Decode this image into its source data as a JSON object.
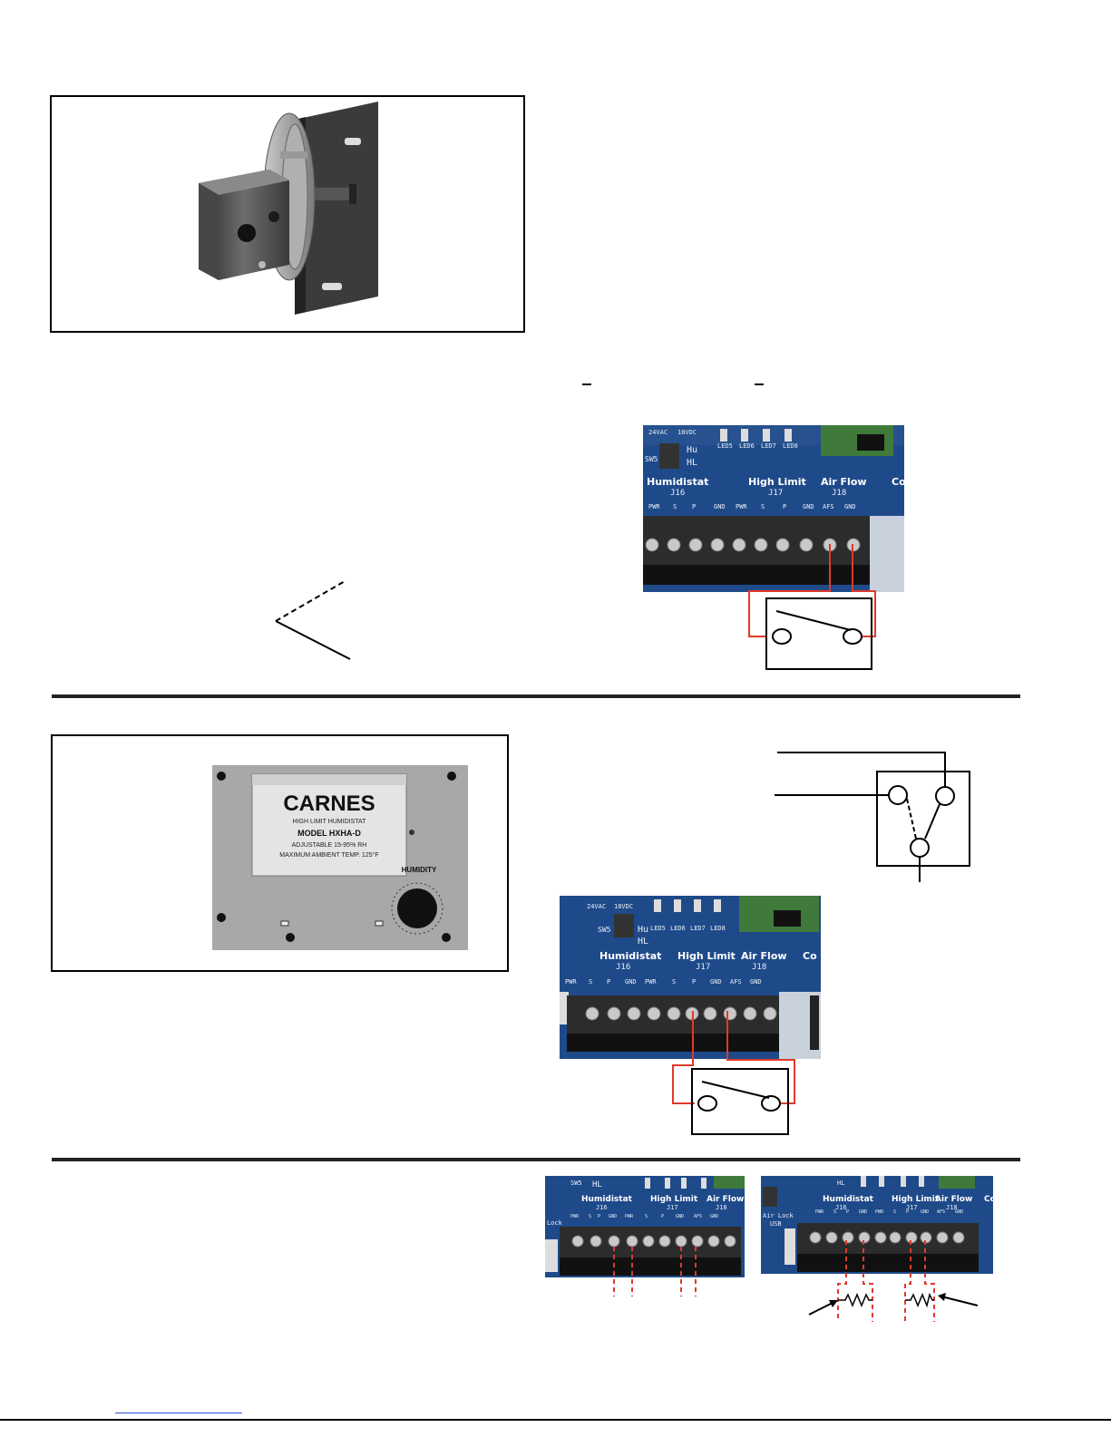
{
  "airflow_switch_photo": {
    "alt_icon": "pressure-switch-icon"
  },
  "humidistat_photo": {
    "brand": "CARNES",
    "line1": "HIGH LIMIT HUMIDISTAT",
    "model": "MODEL HXHA-D",
    "line3": "ADJUSTABLE 15-95% RH",
    "line4": "MAXIMUM AMBIENT TEMP. 125°F",
    "dial_label": "HUMIDITY"
  },
  "board": {
    "hdr_24vac": "24VAC",
    "hdr_18vdc": "18VDC",
    "sw5": "SW5",
    "hu": "Hu",
    "hl": "HL",
    "leds": [
      "LED5",
      "LED6",
      "LED7",
      "LED8"
    ],
    "groups": [
      {
        "name": "Humidistat",
        "id": "J16"
      },
      {
        "name": "High Limit",
        "id": "J17"
      },
      {
        "name": "Air Flow",
        "id": "J18"
      }
    ],
    "co": "Co",
    "terminals": [
      "PWR",
      "S",
      "P",
      "GND",
      "PWR",
      "S",
      "P",
      "GND",
      "AFS",
      "GND"
    ],
    "air_lock": "Air Lock",
    "usb": "USB",
    "lock": "Lock"
  },
  "colors": {
    "wire": "#e03a2a",
    "board_blue": "#1f4a8a",
    "rule": "#222222"
  }
}
